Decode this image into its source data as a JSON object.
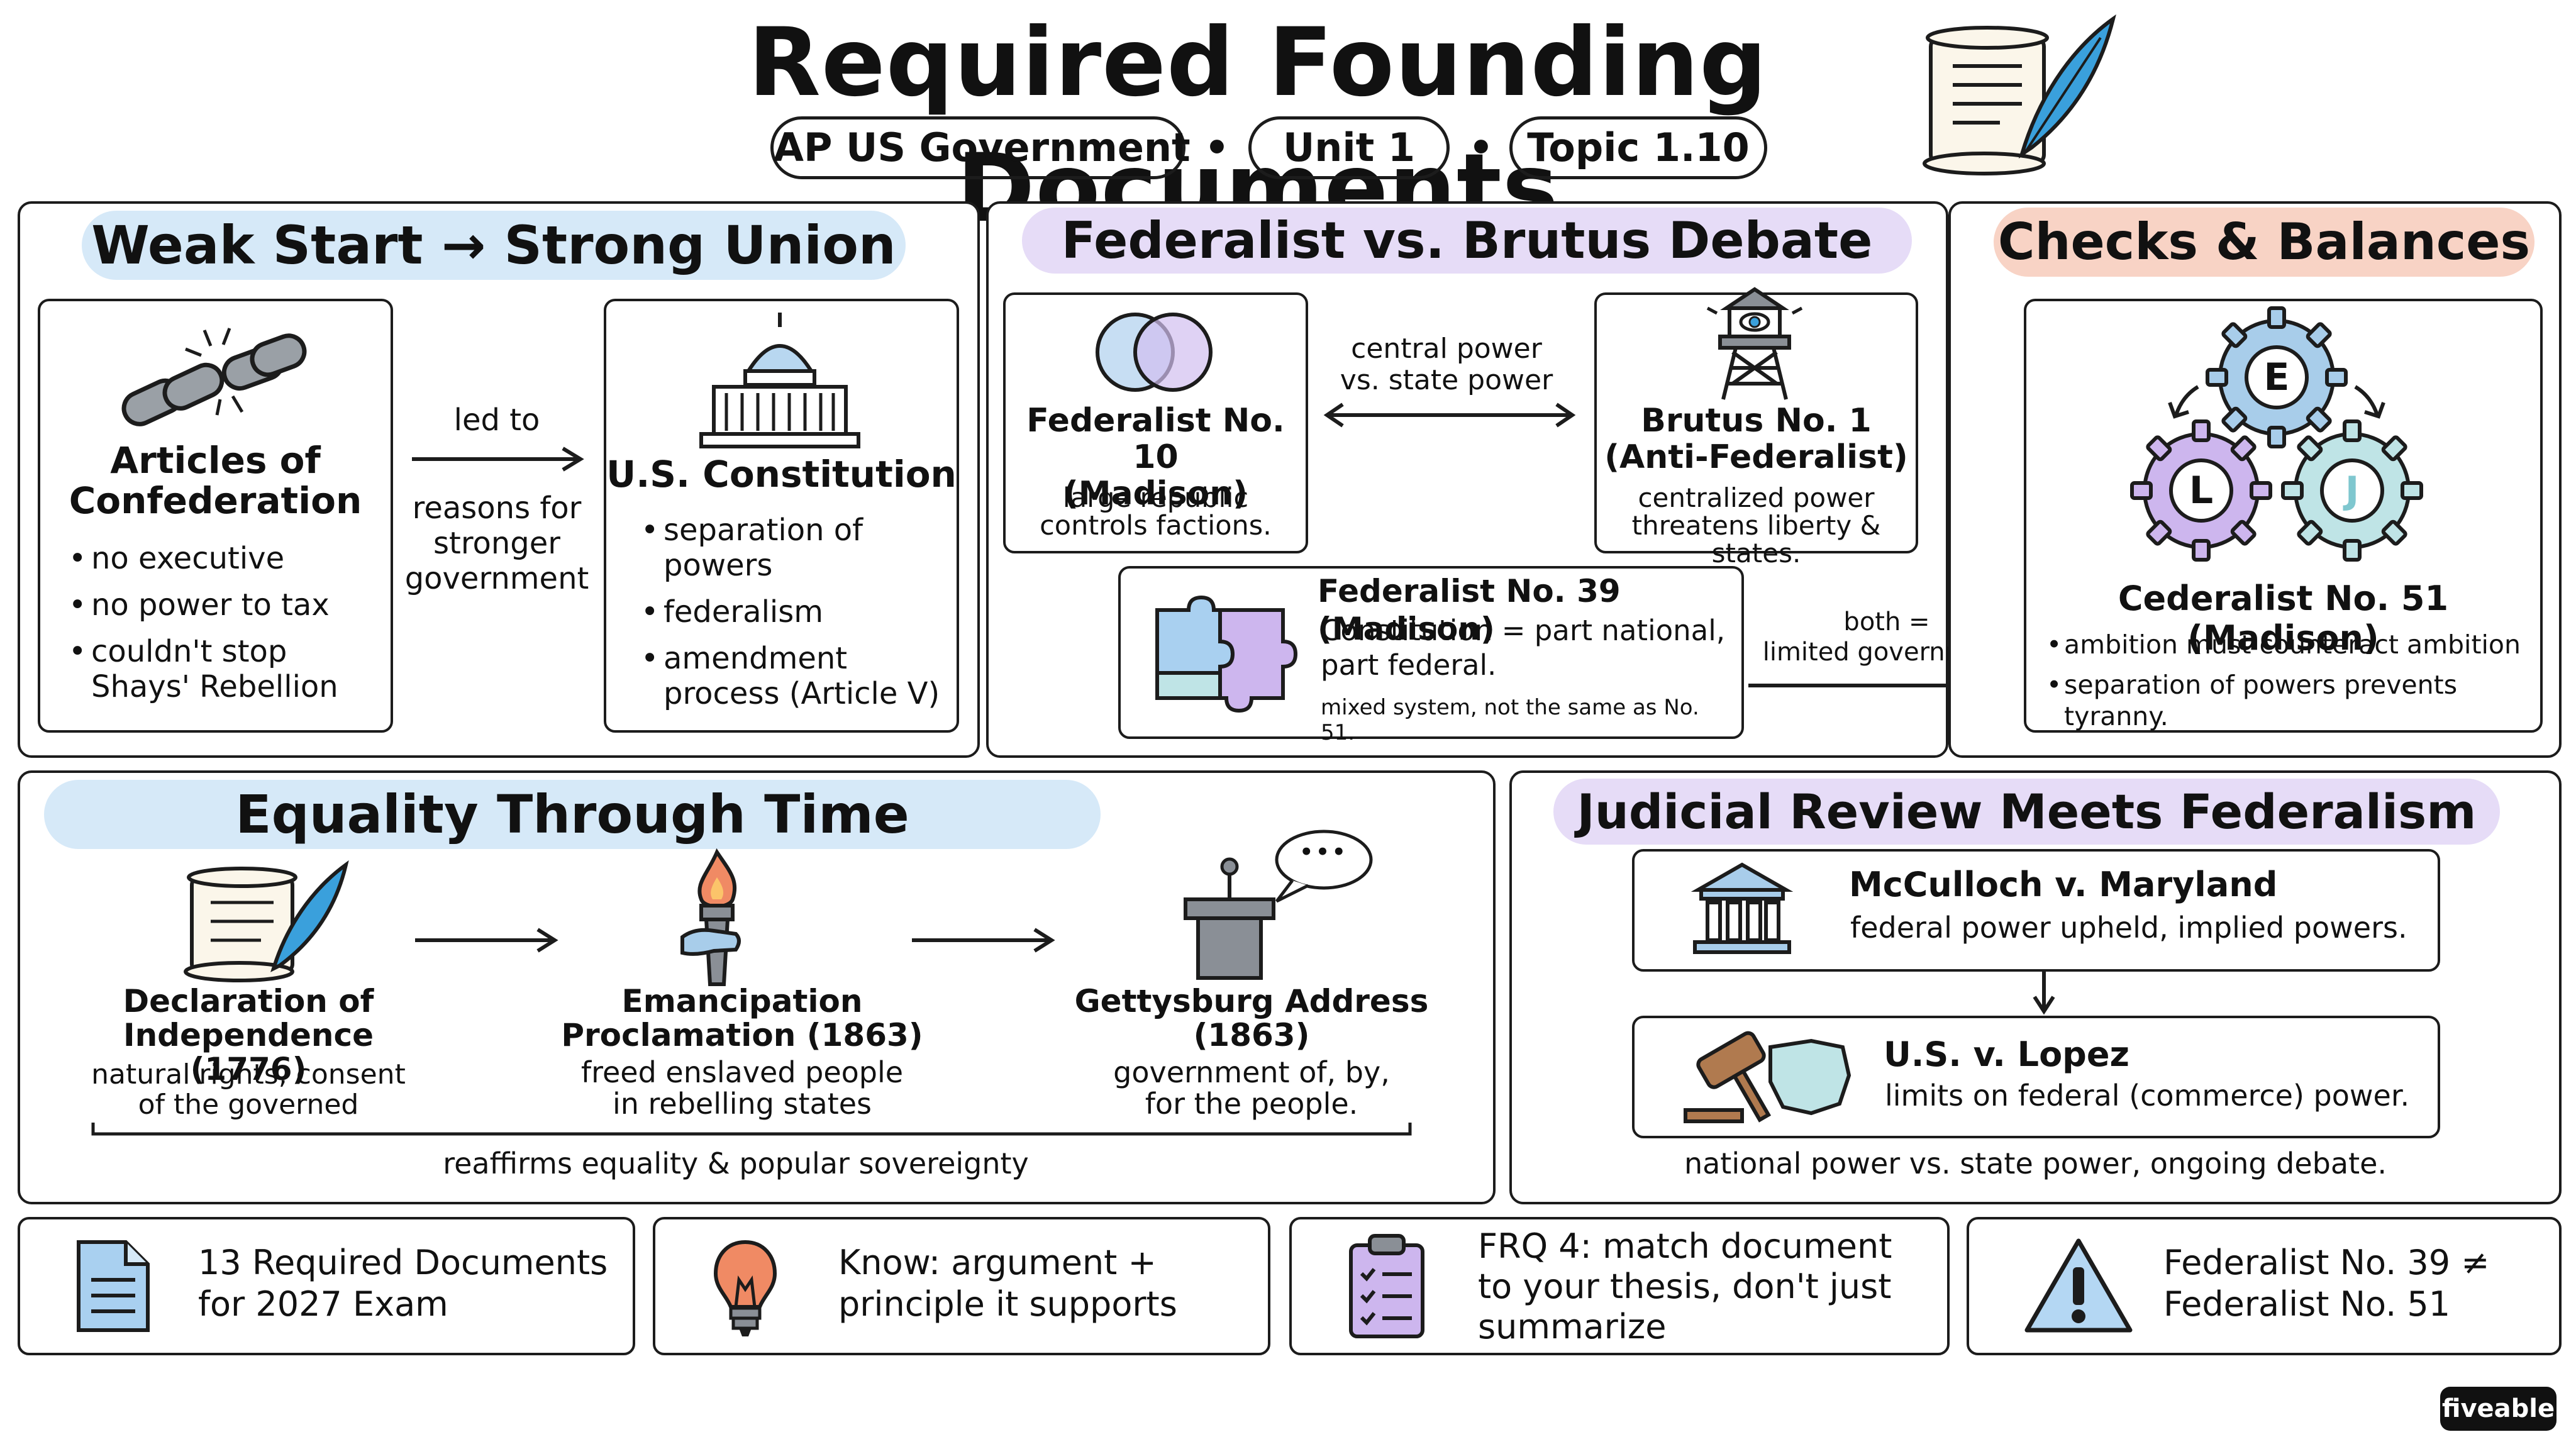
{
  "header": {
    "title": "Required Founding Documents",
    "tags": [
      "AP US Government",
      "Unit 1",
      "Topic 1.10"
    ],
    "separator": "•"
  },
  "weak_start": {
    "banner": "Weak Start → Strong Union",
    "articles": {
      "title_line1": "Articles of",
      "title_line2": "Confederation",
      "bullets": [
        "no executive",
        "no power to tax",
        "couldn't stop Shays' Rebellion"
      ]
    },
    "arrow_top": "led to",
    "arrow_bottom_lines": [
      "reasons for",
      "stronger",
      "government"
    ],
    "constitution": {
      "title": "U.S. Constitution",
      "bullets": [
        "separation of powers",
        "federalism",
        "amendment process (Article V)"
      ]
    }
  },
  "debate": {
    "banner": "Federalist vs. Brutus Debate",
    "fed10": {
      "title_line1": "Federalist No. 10",
      "title_line2": "(Madison)",
      "desc_line1": "large republic",
      "desc_line2": "controls factions."
    },
    "vs_line1": "central power",
    "vs_line2": "vs. state power",
    "brutus": {
      "title_line1": "Brutus No. 1",
      "title_line2": "(Anti-Federalist)",
      "desc_line1": "centralized power",
      "desc_line2": "threatens liberty & states."
    },
    "fed39": {
      "title": "Federalist No. 39 (Madison)",
      "desc_line1": "Constitution = part national,",
      "desc_line2": "part federal.",
      "note": "mixed system, not the same as No. 51."
    },
    "both_line1": "both =",
    "both_line2": "limited government"
  },
  "checks": {
    "banner": "Checks & Balances",
    "gears": [
      "E",
      "L",
      "J"
    ],
    "title": "Cederalist No. 51 (Madison)",
    "bullets": [
      "ambition must counteract ambition",
      "separation of powers prevents tyranny."
    ]
  },
  "equality": {
    "banner": "Equality Through Time",
    "items": [
      {
        "title_line1": "Declaration of",
        "title_line2": "Independence (1776)",
        "desc_line1": "natural rights, consent",
        "desc_line2": "of the governed"
      },
      {
        "title_line1": "Emancipation",
        "title_line2": "Proclamation (1863)",
        "desc_line1": "freed enslaved people",
        "desc_line2": "in rebelling states"
      },
      {
        "title_line1": "Gettysburg Address",
        "title_line2": "(1863)",
        "desc_line1": "government of, by,",
        "desc_line2": "for the people."
      }
    ],
    "speech_bubble": "•••",
    "footer": "reaffirms equality & popular sovereignty"
  },
  "judicial": {
    "banner": "Judicial Review Meets Federalism",
    "cases": [
      {
        "title": "McCulloch v. Maryland",
        "desc": "federal power upheld, implied powers."
      },
      {
        "title": "U.S. v. Lopez",
        "desc": "limits on federal (commerce) power."
      }
    ],
    "footer": "national power vs. state power, ongoing debate."
  },
  "bottom": [
    {
      "icon": "document-icon",
      "line1": "13 Required Documents",
      "line2": "for 2027 Exam"
    },
    {
      "icon": "lightbulb-icon",
      "line1": "Know: argument +",
      "line2": "principle it supports"
    },
    {
      "icon": "clipboard-icon",
      "line1": "FRQ 4: match document",
      "line2": "to your thesis, don't just",
      "line3": "summarize"
    },
    {
      "icon": "warning-icon",
      "line1": "Federalist No. 39 ≠",
      "line2": "Federalist No. 51"
    }
  ],
  "brand": "fiveable",
  "colors": {
    "blue_banner": "#d6e9f8",
    "purple_banner": "#e6dcf7",
    "peach_banner": "#f8d3c5",
    "gear_blue": "#a8cdea",
    "gear_purple": "#cdb6ee",
    "gear_teal": "#bfe4e6",
    "doc_blue": "#a9d0f0",
    "bulb_orange": "#f08a64",
    "warning_blue": "#b4d7f3"
  }
}
